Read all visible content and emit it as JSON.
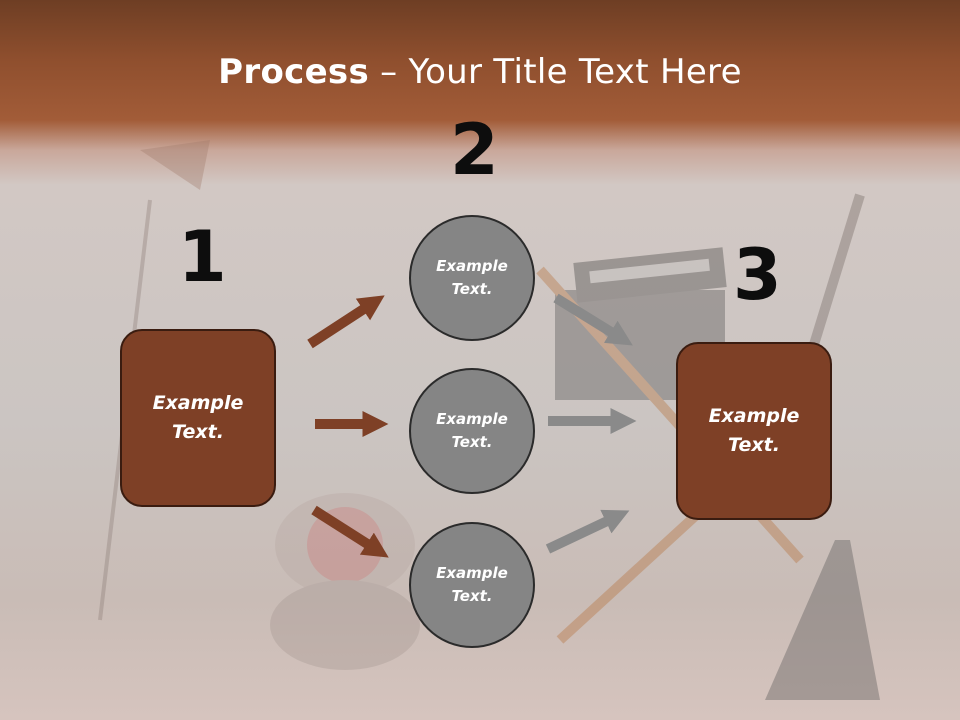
{
  "title": {
    "bold": "Process",
    "rest": " – Your Title Text Here"
  },
  "steps": [
    {
      "number": "1"
    },
    {
      "number": "2"
    },
    {
      "number": "3"
    }
  ],
  "boxes": [
    {
      "text": "Example Text."
    },
    {
      "text": "Example Text."
    }
  ],
  "circles": [
    {
      "text": "Example Text."
    },
    {
      "text": "Example Text."
    },
    {
      "text": "Example Text."
    }
  ],
  "colors": {
    "accent": "#7e4026",
    "circle": "#858585",
    "arrow_brown": "#7e4026",
    "arrow_gray": "#8a8a8a"
  }
}
